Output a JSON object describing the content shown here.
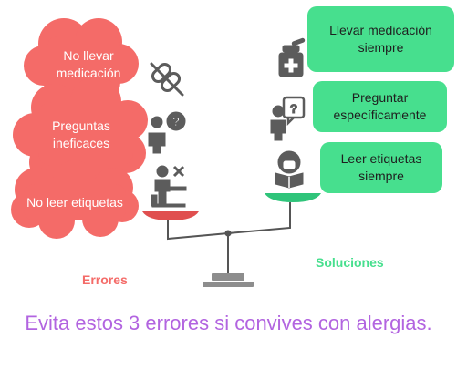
{
  "colors": {
    "error": "#f46b68",
    "solution": "#47df8e",
    "icon": "#5c5c5c",
    "beam": "#555555",
    "base": "#8d8d8d",
    "pan_left": "#e04f4f",
    "pan_right": "#2fc47a",
    "errors_title": "#f46b68",
    "solutions_title": "#47df8e",
    "caption": "#b264e0"
  },
  "errors": {
    "title": "Errores",
    "items": [
      {
        "label": "No llevar\nmedicación",
        "icon": "no-pill-icon"
      },
      {
        "label": "Preguntas\nineficaces",
        "icon": "person-question-icon"
      },
      {
        "label": "No leer etiquetas",
        "icon": "person-label-cross-icon"
      }
    ]
  },
  "solutions": {
    "title": "Soluciones",
    "items": [
      {
        "label": "Llevar medicación\nsiempre",
        "icon": "medicine-kit-icon"
      },
      {
        "label": "Preguntar\nespecíficamente",
        "icon": "person-ask-icon"
      },
      {
        "label": "Leer etiquetas\nsiempre",
        "icon": "person-reading-icon"
      }
    ]
  },
  "caption": "Evita estos 3 errores si convives con alergias."
}
